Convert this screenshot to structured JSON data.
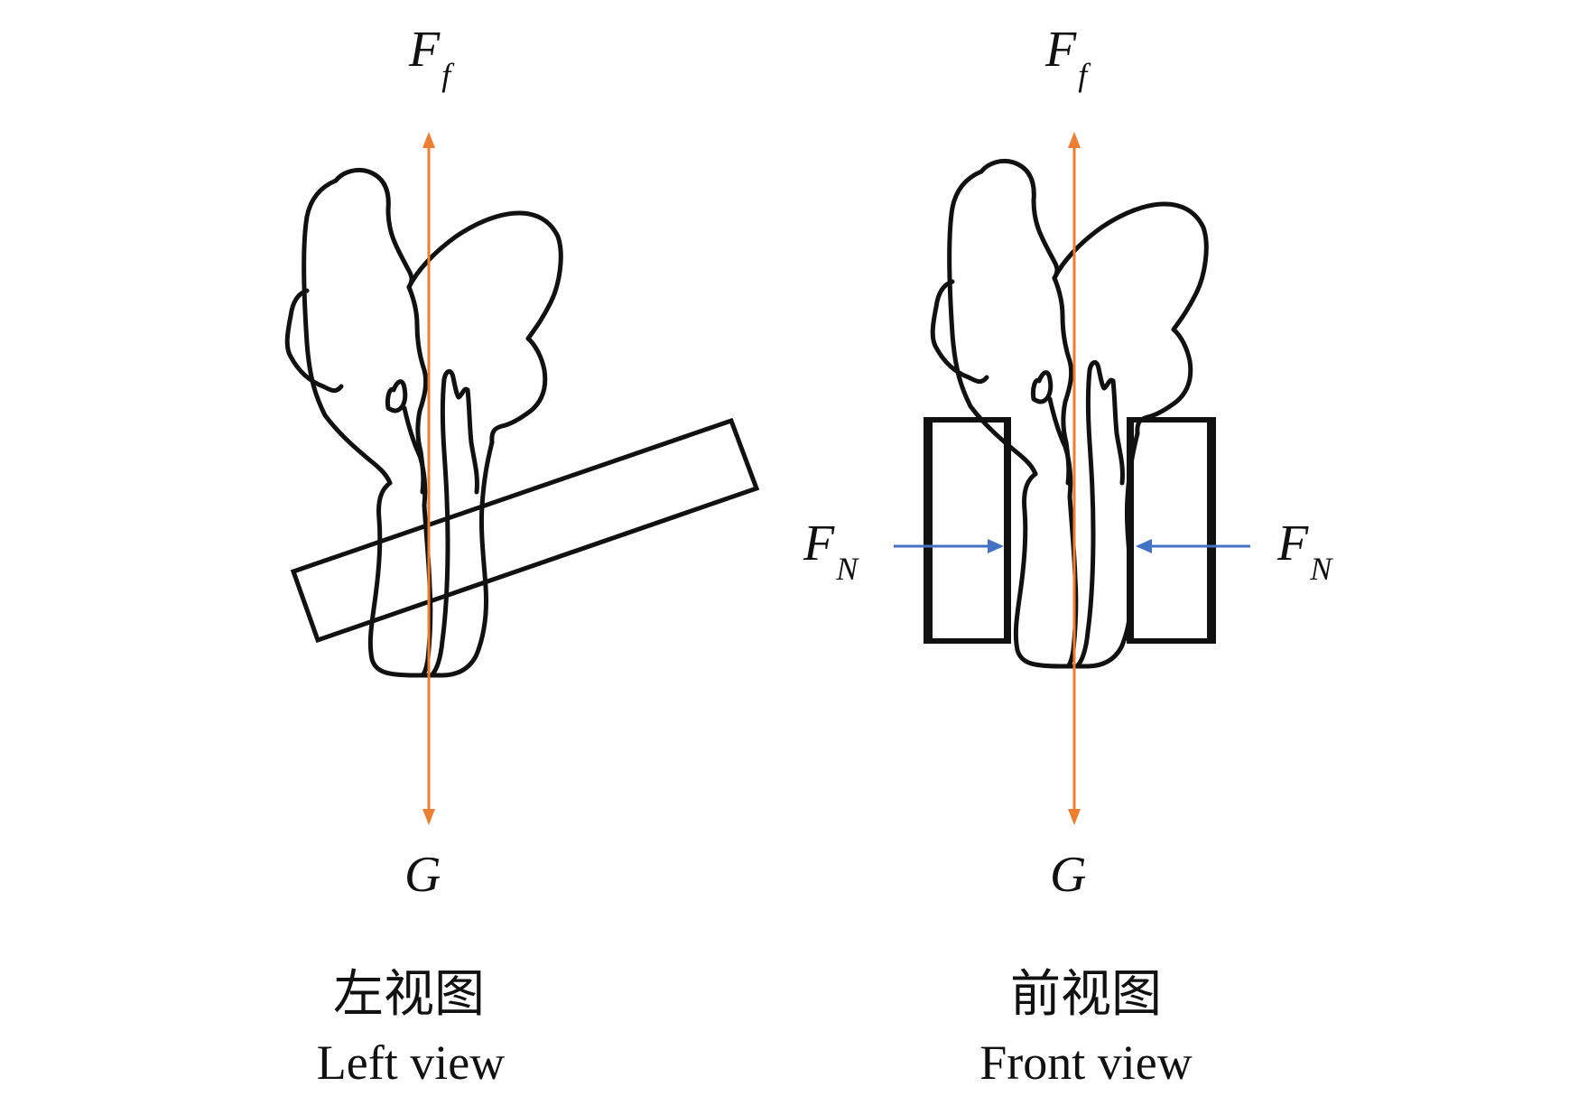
{
  "figure": {
    "views": [
      {
        "id": "left",
        "caption_zh": "左视图",
        "caption_en": "Left view",
        "forces": {
          "up_label_main": "F",
          "up_label_sub": "f",
          "down_label": "G"
        },
        "clamp": "inclined bar"
      },
      {
        "id": "front",
        "caption_zh": "前视图",
        "caption_en": "Front view",
        "forces": {
          "up_label_main": "F",
          "up_label_sub": "f",
          "down_label": "G",
          "normal_left_main": "F",
          "normal_left_sub": "N",
          "normal_right_main": "F",
          "normal_right_sub": "N"
        },
        "clamp": "two parallel jaws"
      }
    ],
    "colors": {
      "gravity_friction_arrow": "#ED7D31",
      "normal_force_arrow": "#4472C4",
      "outline": "#111111"
    }
  }
}
